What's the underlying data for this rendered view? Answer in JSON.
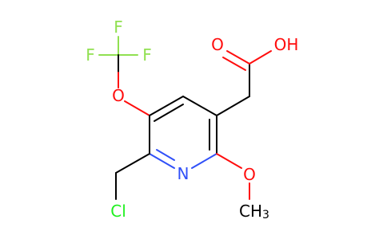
{
  "colors": {
    "bond": "#000000",
    "oxygen": "#ff0d0d",
    "nitrogen": "#3050f8",
    "fluorine": "#90e050",
    "chlorine": "#1ff01f"
  },
  "atoms": {
    "f_top": "F",
    "f_left": "F",
    "f_right": "F",
    "o_ether": "O",
    "o_carbonyl": "O",
    "oh": "OH",
    "n_ring": "N",
    "o_methoxy": "O",
    "ch3_main": "CH",
    "ch3_sub": "3",
    "cl": "Cl"
  }
}
